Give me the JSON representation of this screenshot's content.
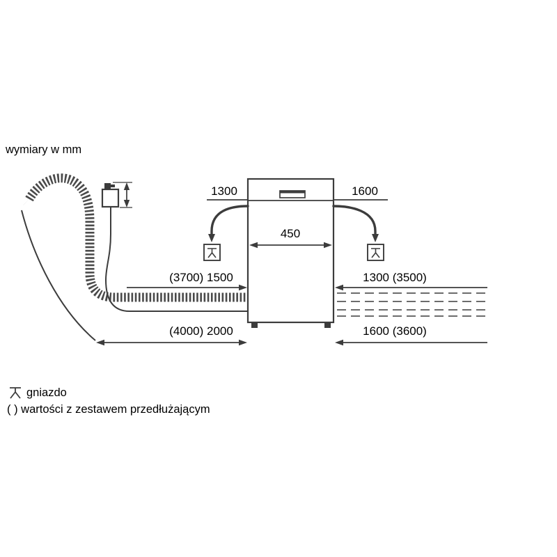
{
  "title": "wymiary w mm",
  "colors": {
    "line": "#3c3c3c",
    "text": "#000000",
    "background": "#ffffff"
  },
  "dimensions": {
    "left_socket": "1300",
    "right_socket": "1600",
    "appliance_width": "450",
    "supply_left": "(3700) 1500",
    "drain_left": "(4000) 2000",
    "right_top": "1300 (3500)",
    "right_bottom": "1600 (3600)"
  },
  "legend": {
    "socket": "gniazdo",
    "note": "( ) wartości z zestawem przedłużającym"
  },
  "icons": {
    "socket": "socket-icon",
    "hose_end": "arrow-down-left-icon"
  }
}
